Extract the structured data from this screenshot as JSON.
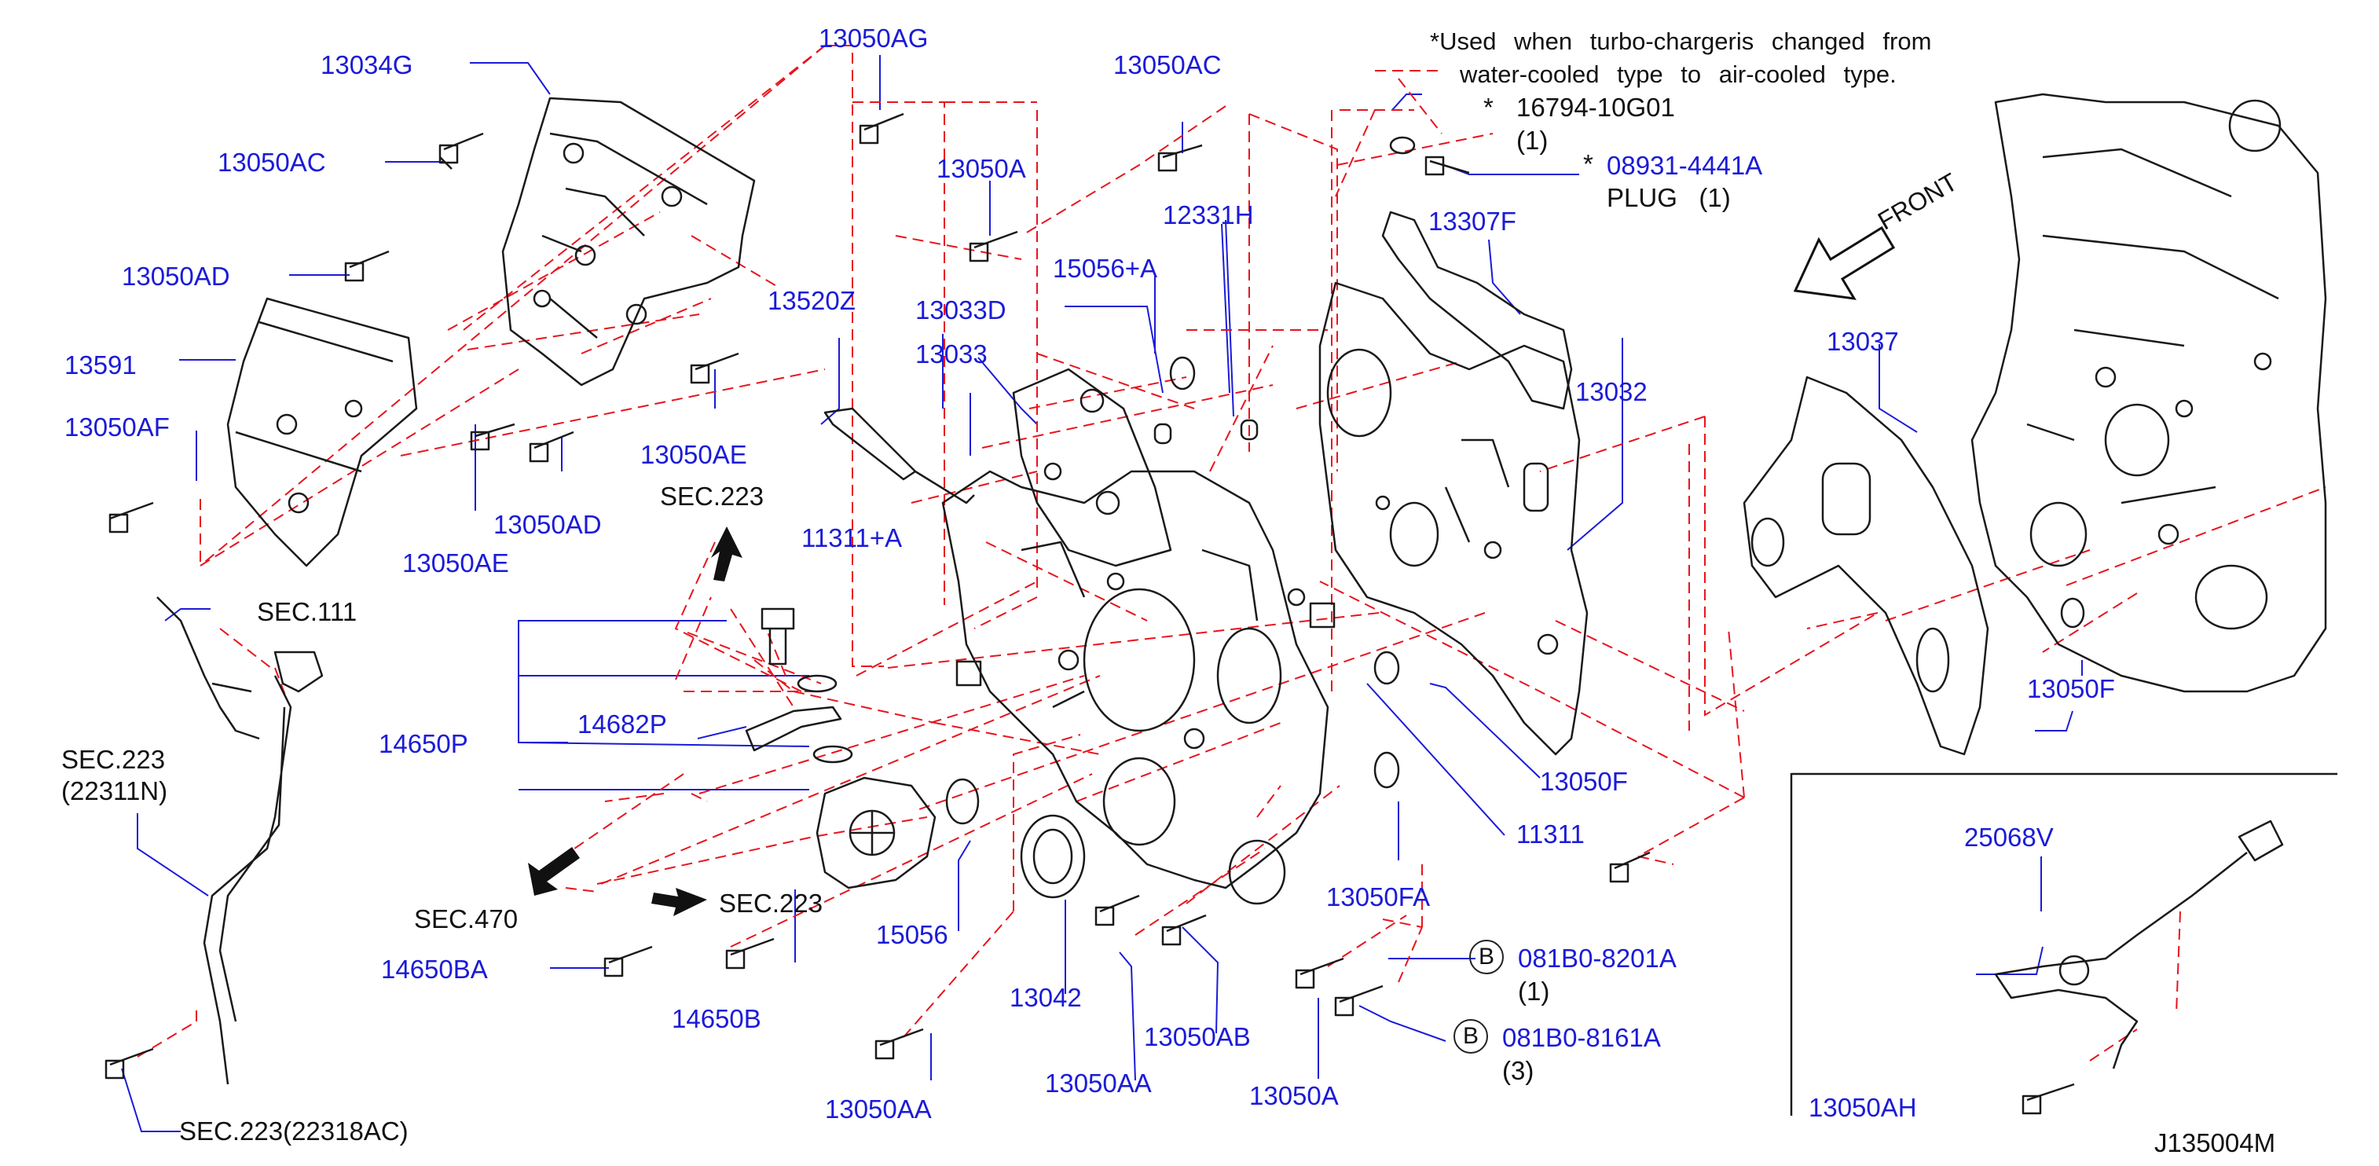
{
  "diagram_id": "J135004M",
  "note": {
    "line1": "*Used when turbo-chargeris changed from",
    "line2": "water-cooled type to air-cooled type."
  },
  "callouts": {
    "c13034G": "13034G",
    "c13050AC_1": "13050AC",
    "c13050AD_1": "13050AD",
    "c13591": "13591",
    "c13050AF": "13050AF",
    "c13050AE_1": "13050AE",
    "c13050AD_2": "13050AD",
    "c13050AG": "13050AG",
    "c13050A_1": "13050A",
    "c13033D": "13033D",
    "c13033": "13033",
    "c13520Z": "13520Z",
    "c13050AE_2": "13050AE",
    "c13050AC_2": "13050AC",
    "c12331H": "12331H",
    "c15056A": "15056+A",
    "c11311A": "11311+A",
    "c16794": "16794-10G01",
    "c08931": "08931-4441A",
    "c13307F": "13307F",
    "c13032": "13032",
    "c13037": "13037",
    "c13050F_1": "13050F",
    "c13050F_2": "13050F",
    "c11311": "11311",
    "c13050FA": "13050FA",
    "c14650P": "14650P",
    "c14682P": "14682P",
    "c14650BA": "14650BA",
    "c14650B": "14650B",
    "c15056": "15056",
    "c13042": "13042",
    "c13050AA_1": "13050AA",
    "c13050AA_2": "13050AA",
    "c13050AB": "13050AB",
    "c13050A_2": "13050A",
    "c081B0_8201A": "081B0-8201A",
    "c081B0_8161A": "081B0-8161A",
    "c25068V": "25068V",
    "c13050AH": "13050AH"
  },
  "qty": {
    "q16794": "(1)",
    "q08931": "PLUG   (1)",
    "q8201": "(1)",
    "q8161": "(3)"
  },
  "markers": {
    "star": "*",
    "bolt_b": "B"
  },
  "sections": {
    "s223_top": "SEC.223",
    "s111": "SEC.111",
    "s223_left": "SEC.223",
    "s22311n": "(22311N)",
    "s470": "SEC.470",
    "s223_mid": "SEC.223",
    "s22318ac": "SEC.223(22318AC)"
  },
  "front_label": "FRONT",
  "colors": {
    "callout_text": "#1b1bd8",
    "leader_line": "#1b1bd8",
    "dashed_line": "#e8141e",
    "drawing": "#1a1a1a"
  }
}
